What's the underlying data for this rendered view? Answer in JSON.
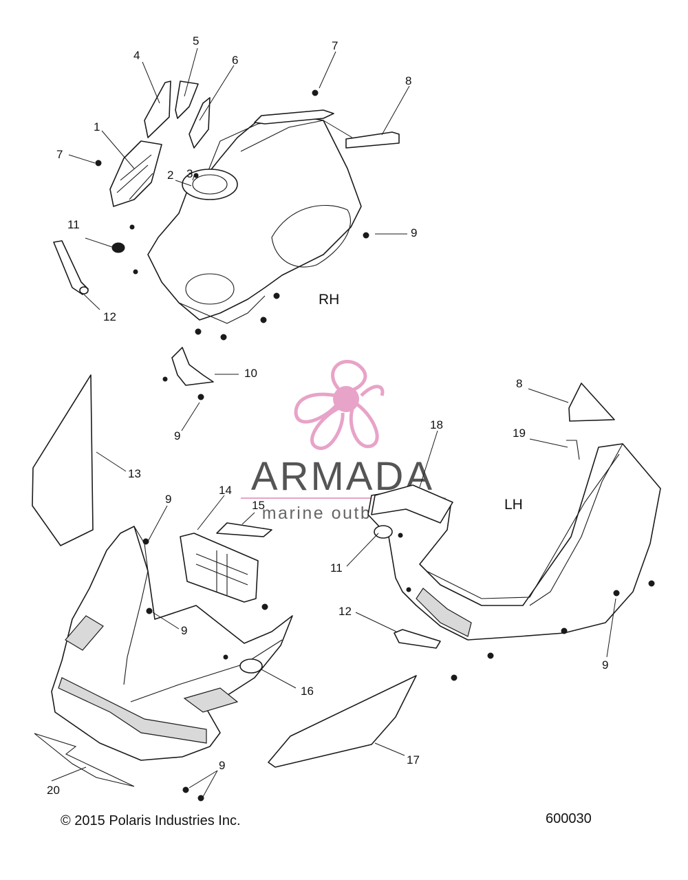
{
  "watermark": {
    "brand": "ARMADA",
    "tagline": "marine outboards",
    "logo_color": "#e8a3c8",
    "line_color": "#e8a3c8"
  },
  "side_labels": {
    "rh": "RH",
    "lh": "LH"
  },
  "callouts": [
    {
      "id": "c1",
      "text": "1"
    },
    {
      "id": "c2",
      "text": "2"
    },
    {
      "id": "c3",
      "text": "3"
    },
    {
      "id": "c4",
      "text": "4"
    },
    {
      "id": "c5",
      "text": "5"
    },
    {
      "id": "c6",
      "text": "6"
    },
    {
      "id": "c7a",
      "text": "7"
    },
    {
      "id": "c7b",
      "text": "7"
    },
    {
      "id": "c8a",
      "text": "8"
    },
    {
      "id": "c8b",
      "text": "8"
    },
    {
      "id": "c9a",
      "text": "9"
    },
    {
      "id": "c9b",
      "text": "9"
    },
    {
      "id": "c9c",
      "text": "9"
    },
    {
      "id": "c9d",
      "text": "9"
    },
    {
      "id": "c9e",
      "text": "9"
    },
    {
      "id": "c9f",
      "text": "9"
    },
    {
      "id": "c10",
      "text": "10"
    },
    {
      "id": "c11a",
      "text": "11"
    },
    {
      "id": "c11b",
      "text": "11"
    },
    {
      "id": "c12a",
      "text": "12"
    },
    {
      "id": "c12b",
      "text": "12"
    },
    {
      "id": "c13",
      "text": "13"
    },
    {
      "id": "c14",
      "text": "14"
    },
    {
      "id": "c15",
      "text": "15"
    },
    {
      "id": "c16",
      "text": "16"
    },
    {
      "id": "c17",
      "text": "17"
    },
    {
      "id": "c18",
      "text": "18"
    },
    {
      "id": "c19",
      "text": "19"
    },
    {
      "id": "c20",
      "text": "20"
    }
  ],
  "footer": {
    "copyright": "© 2015 Polaris Industries Inc.",
    "diagram_number": "600030"
  }
}
